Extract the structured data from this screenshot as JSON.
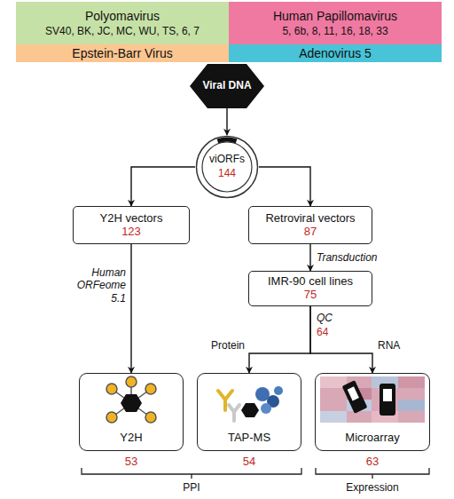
{
  "diagram": {
    "nodes": [
      {
        "text": [
          "Polyomavirus",
          "SV40, BK, JC, MC, WU, TS, 6, 7"
        ]
      },
      {
        "text": [
          "Human Papillomavirus",
          "5, 6b, 8, 11, 16, 18, 33"
        ]
      },
      {
        "text": [
          "Epstein-Barr Virus"
        ]
      },
      {
        "text": [
          "Adenovirus 5"
        ]
      },
      {
        "text": [
          "Viral DNA"
        ]
      },
      {
        "text": [
          "viORFs",
          "144"
        ]
      },
      {
        "text": [
          "Y2H vectors",
          "123"
        ]
      },
      {
        "text": [
          "Retroviral vectors",
          "87"
        ]
      },
      {
        "text": [
          "IMR-90 cell lines",
          "75"
        ]
      },
      {
        "text": [
          "Y2H",
          "53"
        ]
      },
      {
        "text": [
          "TAP-MS",
          "54"
        ]
      },
      {
        "text": [
          "Microarray",
          "63"
        ]
      }
    ],
    "edges": [
      {
        "from": 4,
        "to": 5,
        "arrow": "to"
      },
      {
        "from": 5,
        "to": 6,
        "arrow": "to"
      },
      {
        "from": 5,
        "to": 7,
        "arrow": "to"
      },
      {
        "from": 6,
        "to": 9,
        "label": "Human ORFeome 5.1",
        "arrow": "to"
      },
      {
        "from": 7,
        "to": 8,
        "label": "Transduction",
        "arrow": "to"
      },
      {
        "from": 8,
        "to": 10,
        "label": "Protein",
        "arrow": "to"
      },
      {
        "from": 8,
        "to": 11,
        "label": "RNA",
        "arrow": "to"
      }
    ],
    "labels": [
      "QC",
      "64",
      "PPI",
      "Expression"
    ]
  }
}
